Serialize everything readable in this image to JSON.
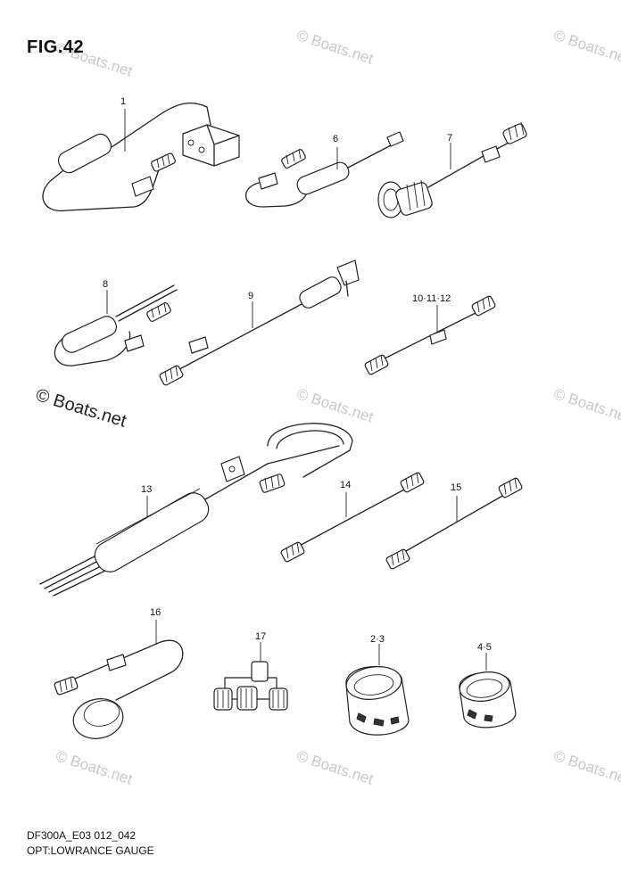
{
  "figure": {
    "title": "FIG.42",
    "code": "DF300A_E03 012_042",
    "description": "OPT:LOWRANCE GAUGE"
  },
  "watermark": {
    "text": "© Boats.net"
  },
  "callouts": [
    "1",
    "6",
    "7",
    "8",
    "9",
    "10·11·12",
    "13",
    "14",
    "15",
    "16",
    "17",
    "2·3",
    "4·5"
  ]
}
